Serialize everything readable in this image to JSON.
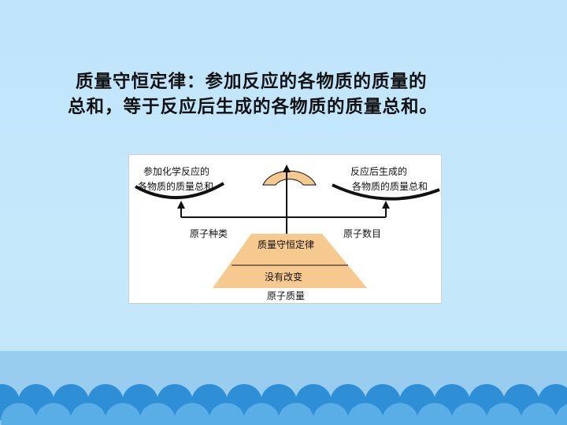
{
  "slide": {
    "title_line1": "质量守恒定律：参加反应的各物质的质量的",
    "title_line2": "总和，等于反应后生成的各物质的质量总和。"
  },
  "diagram": {
    "left_pan_line1": "参加化学反应的",
    "left_pan_line2": "各物质的质量总和",
    "right_pan_line1": "反应后生成的",
    "right_pan_line2": "各物质的质量总和",
    "left_support": "原子种类",
    "right_support": "原子数目",
    "pyramid_top": "质量守恒定律",
    "pyramid_middle": "没有改变",
    "pyramid_bottom": "原子质量"
  },
  "colors": {
    "background": "#c4e7fb",
    "pyramid_fill": "#f6c98f",
    "scale_line": "#111111",
    "wave_dark": "#2f8fd6",
    "wave_light": "#5aaee6",
    "band": "#98cdf0"
  }
}
